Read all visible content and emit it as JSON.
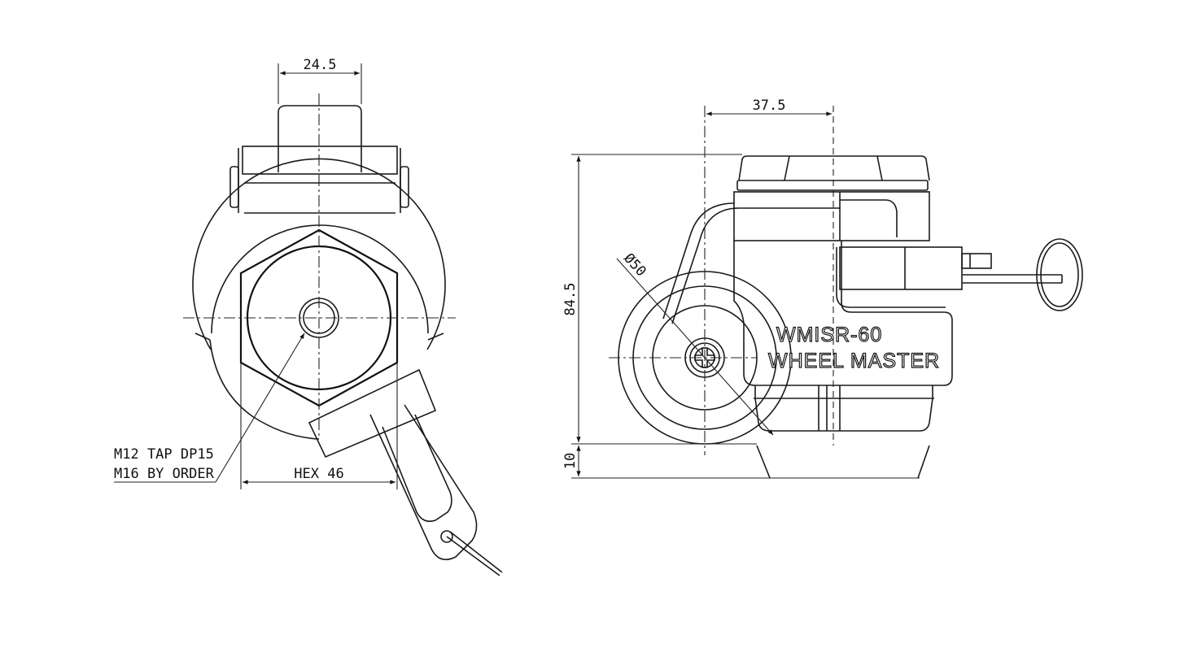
{
  "front_view": {
    "dim_width_top": "24.5",
    "note_line1": "M12 TAP DP15",
    "note_line2": "M16 BY ORDER",
    "dim_hex": "HEX 46"
  },
  "side_view": {
    "dim_offset": "37.5",
    "dim_height": "84.5",
    "dim_diameter": "Ø50",
    "dim_lift": "10",
    "model_label": "WMISR-60",
    "brand_label": "WHEEL MASTER"
  }
}
